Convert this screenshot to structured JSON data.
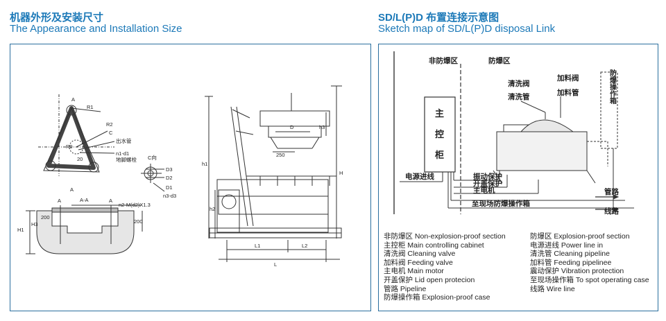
{
  "left": {
    "title_cn": "机器外形及安装尺寸",
    "title_en": "The Appearance and Installation Size",
    "labels": {
      "a_top": "A",
      "r1": "R1",
      "r2": "R2",
      "c": "C",
      "outlet": "出水管",
      "n1d1": "n1-d1",
      "anchor": "地脚螺栓",
      "r0": "R0",
      "n20": "20",
      "a_bottom": "A",
      "c_view": "C向",
      "d3": "D3",
      "d2": "D2",
      "d1": "D1",
      "n3d3": "n3-d3",
      "section": "A-A",
      "a_left": "A",
      "a_right": "A",
      "n2": "n2-M(d2)X1.3",
      "h1s": "H1",
      "h3s": "H3",
      "n200": "200",
      "n200b": "200",
      "h1": "h1",
      "h2": "h2",
      "h3": "h3",
      "big_h": "H",
      "d": "D",
      "n250": "250",
      "l1": "L1",
      "l2": "L2",
      "l": "L"
    }
  },
  "right": {
    "title_cn": "SD/L(P)D 布置连接示意图",
    "title_en": "Sketch map of SD/L(P)D disposal Link",
    "diagram": {
      "non_explosion": "非防爆区",
      "explosion": "防爆区",
      "cab1": "主",
      "cab2": "控",
      "cab3": "柜",
      "cleaning_valve": "清洗阀",
      "cleaning_pipe": "清洗管",
      "feeding_valve": "加料阀",
      "feeding_pipe": "加料管",
      "exbox": "防爆操作箱",
      "power": "电源进线",
      "vibration": "振动保护",
      "lid": "开盖保护",
      "motor": "主电机",
      "spot": "至现场防爆操作箱",
      "pipeline": "管路",
      "wire": "线路"
    },
    "legend_col1": [
      "非防爆区 Non-explosion-proof section",
      "主控柜 Main controlling cabinet",
      "清洗阀 Cleaning valve",
      "加料阀 Feeding valve",
      "主电机 Main motor",
      "开盖保护 Lid open protecion",
      "管路 Pipeline",
      "防爆操作箱 Explosion-proof case"
    ],
    "legend_col2": [
      "防爆区 Explosion-proof section",
      "电源进线 Power line in",
      "清洗管 Cleaning pipeline",
      "加料管 Feeding pipelinee",
      "震动保护 Vibration protection",
      "至现场操作箱 To spot operating case",
      "线路 Wire line"
    ]
  }
}
